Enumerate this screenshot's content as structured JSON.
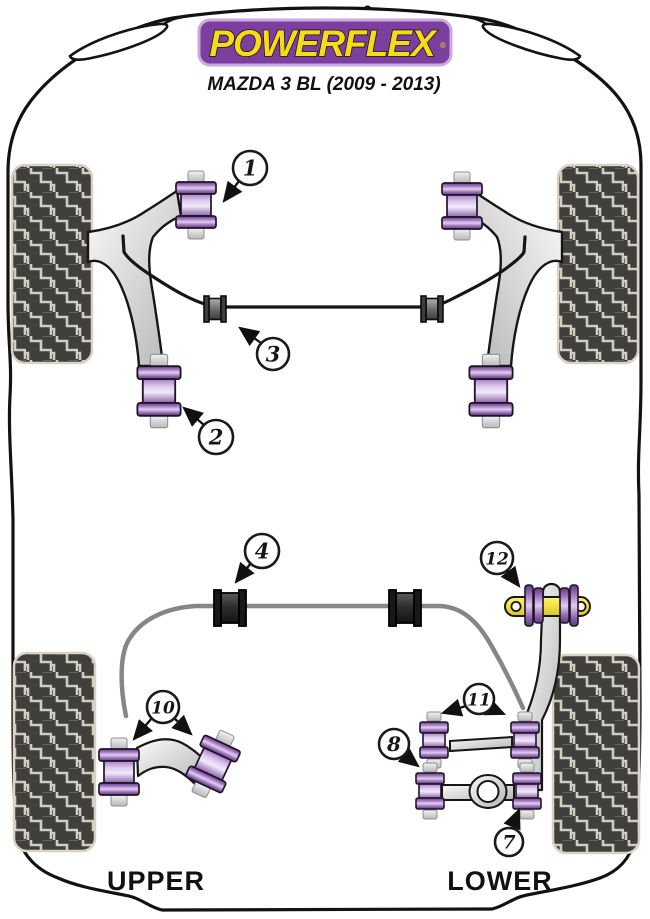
{
  "header": {
    "brand": "POWERFLEX",
    "registered": "®",
    "model": "MAZDA 3 BL (2009 - 2013)"
  },
  "section_labels": {
    "upper": "UPPER",
    "lower": "LOWER"
  },
  "callouts": {
    "c1": "1",
    "c2": "2",
    "c3": "3",
    "c4": "4",
    "c7": "7",
    "c8": "8",
    "c10": "10",
    "c11": "11",
    "c12": "12"
  },
  "colors": {
    "logo_purple": "#7c3fa0",
    "logo_border": "#c9aade",
    "logo_yellow": "#f7db16",
    "bushing_purple": "#a87fc4",
    "bushing_purple_dark": "#5f3a7a",
    "bushing_purple_light": "#ece2f6",
    "part12_yellow": "#f3e344",
    "tire_black": "#413f3c",
    "tread_light": "#cfccc2",
    "tire_border": "#d8d3c3",
    "arm_gray_light": "#fafafa",
    "arm_gray_dark": "#b5b5b5",
    "front_arb_black": "#151515",
    "rear_arb_gray": "#868686",
    "outline_black": "#121212"
  }
}
